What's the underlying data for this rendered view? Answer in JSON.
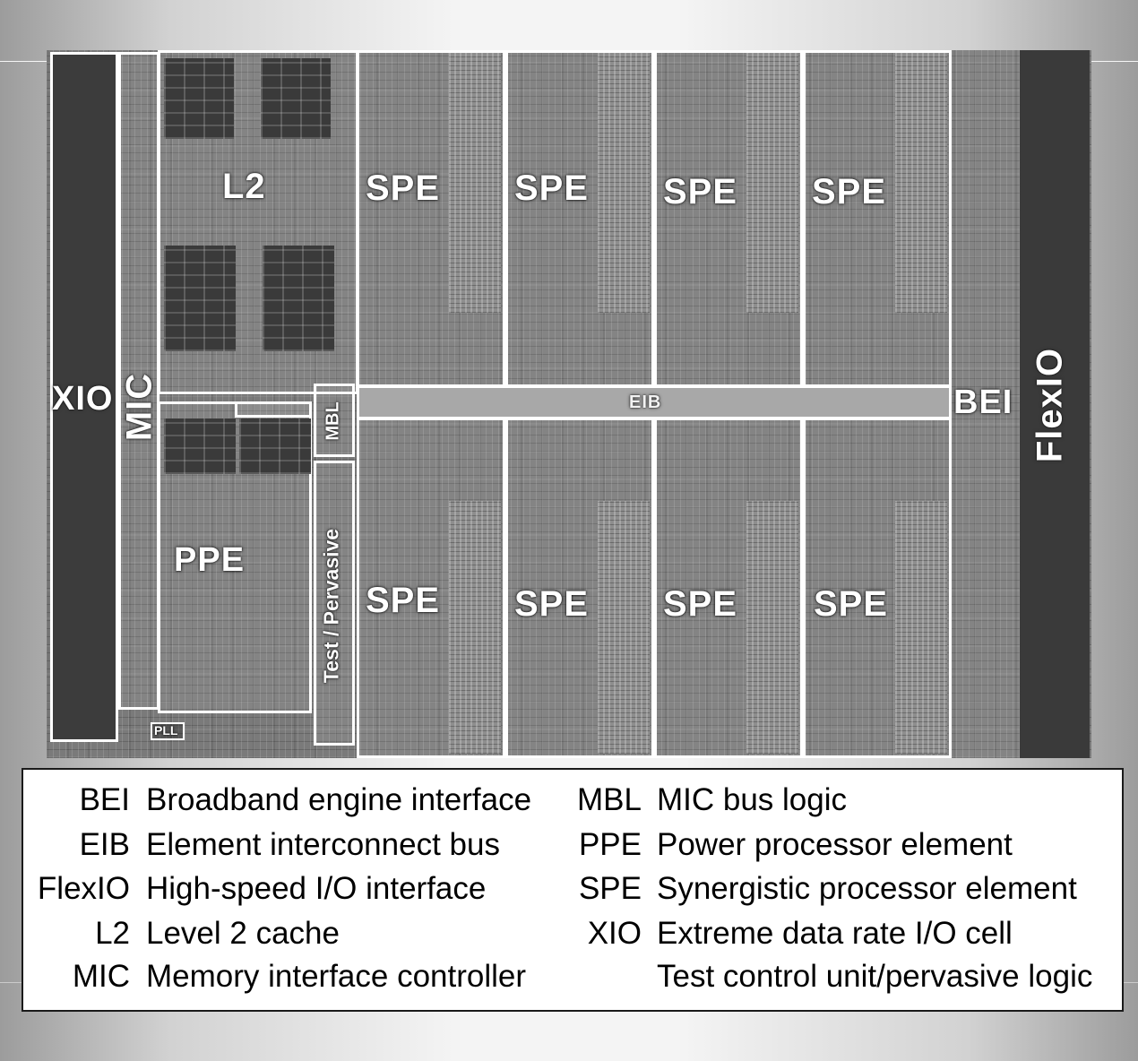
{
  "die_labels": {
    "xio": "XIO",
    "mic": "MIC",
    "l2": "L2",
    "ppe": "PPE",
    "pll": "PLL",
    "mbl": "MBL",
    "test_pervasive": "Test / Pervasive",
    "eib": "EIB",
    "bei": "BEI",
    "flexio": "FlexIO",
    "spe_top": [
      "SPE",
      "SPE",
      "SPE",
      "SPE"
    ],
    "spe_bottom": [
      "SPE",
      "SPE",
      "SPE",
      "SPE"
    ]
  },
  "legend": {
    "left": [
      {
        "abbr": "BEI",
        "desc": "Broadband engine interface"
      },
      {
        "abbr": "EIB",
        "desc": "Element interconnect bus"
      },
      {
        "abbr": "FlexIO",
        "desc": "High-speed I/O interface"
      },
      {
        "abbr": "L2",
        "desc": "Level 2 cache"
      },
      {
        "abbr": "MIC",
        "desc": "Memory interface controller"
      }
    ],
    "right": [
      {
        "abbr": "MBL",
        "desc": "MIC bus logic"
      },
      {
        "abbr": "PPE",
        "desc": "Power processor element"
      },
      {
        "abbr": "SPE",
        "desc": "Synergistic processor element"
      },
      {
        "abbr": "XIO",
        "desc": "Extreme data rate I/O cell"
      },
      {
        "abbr": "",
        "desc": "Test control unit/pervasive logic"
      }
    ]
  }
}
